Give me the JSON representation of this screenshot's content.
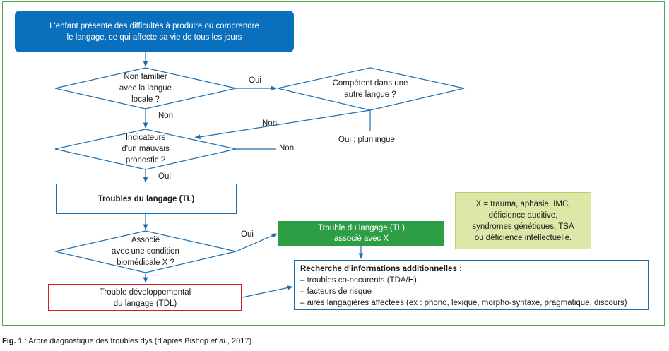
{
  "start": "L'enfant présente des difficultés à produire ou comprendre\nle langage, ce qui affecte sa vie de tous les jours",
  "decisions": {
    "familier": "Non familier\navec la langue\nlocale ?",
    "competent": "Compétent dans une\nautre langue ?",
    "indicateurs": "Indicateurs\nd'un mauvais\npronostic ?",
    "associe": "Associé\navec une condition\nbiomédicale X ?"
  },
  "boxes": {
    "tl": "Troubles du langage (TL)",
    "tl_x": "Trouble du langage (TL)\nassocié avec X",
    "x_def": "X = trauma, aphasie, IMC,\ndéficience auditive,\nsyndromes génétiques, TSA\nou déficience intellectuelle.",
    "tdl": "Trouble développemental\ndu langage (TDL)"
  },
  "info": {
    "title": "Recherche d'informations additionnelles :",
    "items": [
      "– troubles co-occurents (TDA/H)",
      "– facteurs de risque",
      "– aires langagières affectées (ex : phono, lexique, morpho-syntaxe, pragmatique, discours)"
    ]
  },
  "labels": {
    "oui_1": "Oui",
    "non_1": "Non",
    "non_2": "Non",
    "oui_plurilingue": "Oui : plurilingue",
    "non_3": "Non",
    "oui_2": "Oui",
    "oui_3": "Oui"
  },
  "caption": {
    "fig": "Fig. 1",
    "text_before": " : Arbre diagnostique des troubles dys (d'après Bishop ",
    "etal": "et al.",
    "text_after": ", 2017)."
  },
  "colors": {
    "blue": "#0a6fbd",
    "green": "#2e9e44",
    "lime": "#dbe8a7",
    "red": "#d0202a",
    "frame": "#4fa84f"
  }
}
